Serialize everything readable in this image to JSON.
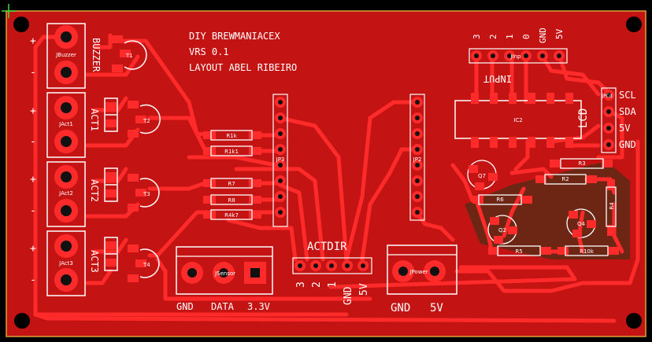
{
  "board": {
    "title": "DIY BREWMANIACEX",
    "version": "VRS 0.1",
    "layout": "LAYOUT ABEL RIBEIRO",
    "colors": {
      "background": "#000000",
      "board": "#c41313",
      "copper": "#ff1f1f",
      "silk": "#ffffff",
      "ground_pour": "#5e2a15"
    }
  },
  "left_connectors": [
    {
      "label": "BUZZER",
      "part": "JBuzzer",
      "plus": "+",
      "minus": "-"
    },
    {
      "label": "ACT1",
      "part": "JAct1",
      "plus": "+",
      "minus": "-"
    },
    {
      "label": "ACT2",
      "part": "JAct2",
      "plus": "+",
      "minus": "-"
    },
    {
      "label": "ACT3",
      "part": "JAct3",
      "plus": "+",
      "minus": "-"
    }
  ],
  "transistors": [
    "T1",
    "T2",
    "T3",
    "T4",
    "Q7",
    "Q2",
    "Q4"
  ],
  "resistors": [
    "R1k",
    "R1k1",
    "R7",
    "R8",
    "R4k7",
    "R3",
    "R2",
    "R6",
    "R5",
    "R10k",
    "R4"
  ],
  "headers": {
    "jp3": "JP3",
    "jp2": "JP2"
  },
  "ic": {
    "label": "IC2"
  },
  "input": {
    "title": "INPUT",
    "part": "JInp",
    "pins": [
      "3",
      "2",
      "1",
      "0",
      "GND",
      "5V"
    ]
  },
  "lcd": {
    "title": "LCD",
    "part": "JPCd",
    "pins": [
      "SCL",
      "SDA",
      "5V",
      "GND"
    ]
  },
  "actdir": {
    "title": "ACTDIR",
    "pins": [
      "3",
      "2",
      "1",
      "GND",
      "5V"
    ]
  },
  "sensor": {
    "part": "JSensor",
    "pins": [
      "GND",
      "DATA",
      "3.3V"
    ]
  },
  "power": {
    "part": "JPower",
    "pins": [
      "GND",
      "5V"
    ]
  }
}
